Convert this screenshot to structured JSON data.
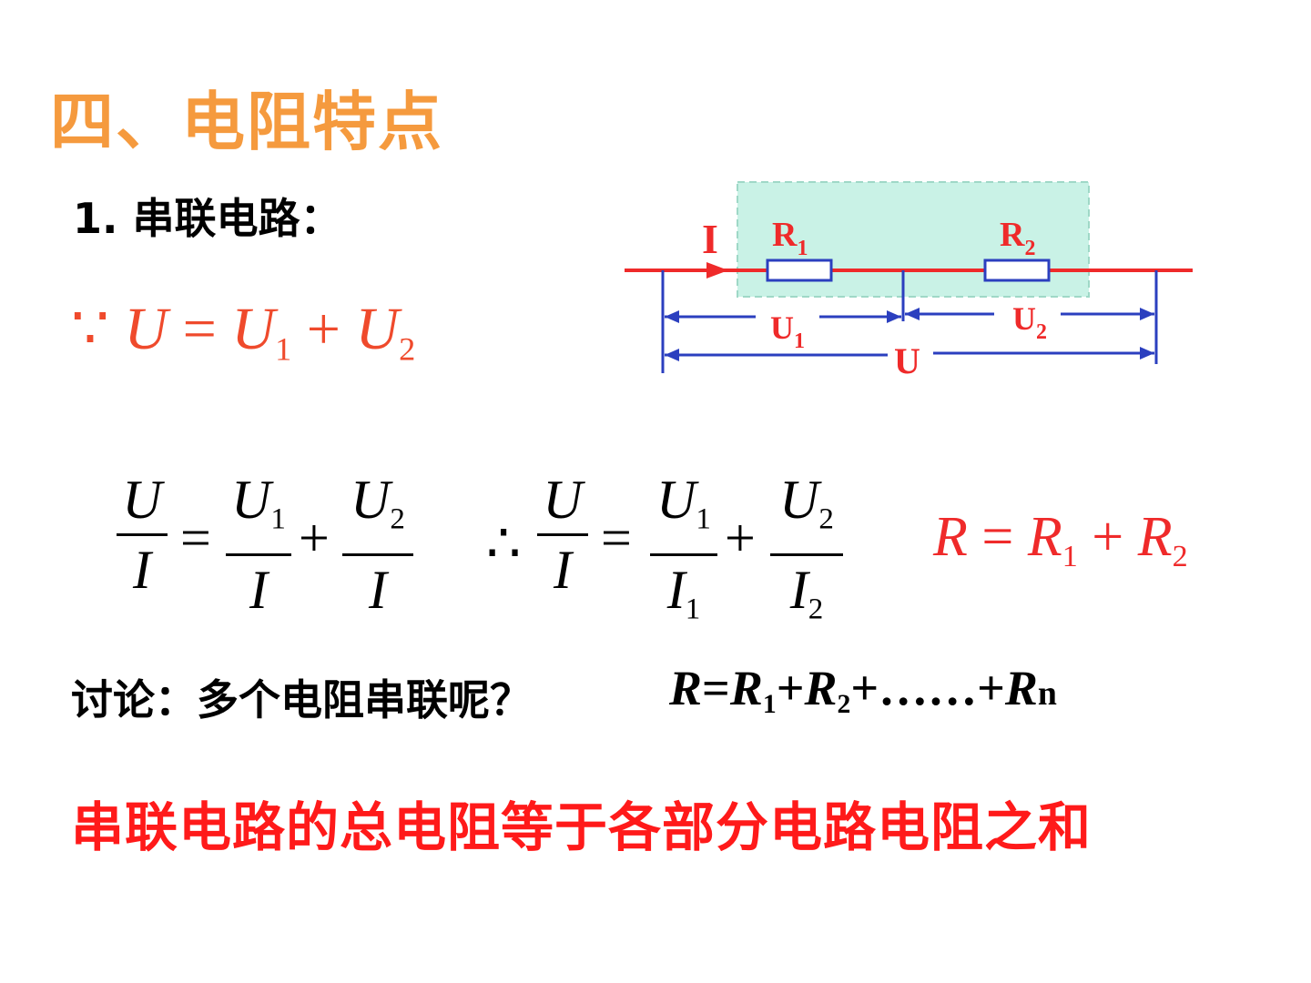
{
  "title": "四、电阻特点",
  "subtitle": "1. 串联电路：",
  "eq_voltage": {
    "because": "∵",
    "U": "U",
    "eq": "=",
    "U1": "U",
    "s1": "1",
    "plus": "+",
    "U2": "U",
    "s2": "2"
  },
  "frac_group1": {
    "f1": {
      "num": "U",
      "den": "I"
    },
    "eq": "=",
    "f2": {
      "num": "U",
      "num_sub": "1",
      "den": "I"
    },
    "plus": "+",
    "f3": {
      "num": "U",
      "num_sub": "2",
      "den": "I"
    }
  },
  "frac_group2": {
    "therefore": "∴",
    "f1": {
      "num": "U",
      "den": "I"
    },
    "eq": "=",
    "f2": {
      "num": "U",
      "num_sub": "1",
      "den": "I",
      "den_sub": "1"
    },
    "plus": "+",
    "f3": {
      "num": "U",
      "num_sub": "2",
      "den": "I",
      "den_sub": "2"
    }
  },
  "r_sum": {
    "R": "R",
    "eq": " = ",
    "R1": "R",
    "s1": "1",
    "plus": " + ",
    "R2": "R",
    "s2": "2"
  },
  "discussion": "讨论：多个电阻串联呢？",
  "rn_formula": {
    "R": "R",
    "eq": "=",
    "R1": "R",
    "s1": "1",
    "p1": "+",
    "R2": "R",
    "s2": "2",
    "rest": "+……+",
    "Rn": "R",
    "n": "n"
  },
  "conclusion": "串联电路的总电阻等于各部分电路电阻之和",
  "circuit": {
    "current_label": "I",
    "r1_label": "R",
    "r1_sub": "1",
    "r2_label": "R",
    "r2_sub": "2",
    "u1_label": "U",
    "u1_sub": "1",
    "u2_label": "U",
    "u2_sub": "2",
    "u_label": "U"
  },
  "colors": {
    "title": "#f59a3e",
    "red": "#ef2a2a",
    "blue": "#2b3fbf",
    "highlight": "#c9f2e6"
  }
}
